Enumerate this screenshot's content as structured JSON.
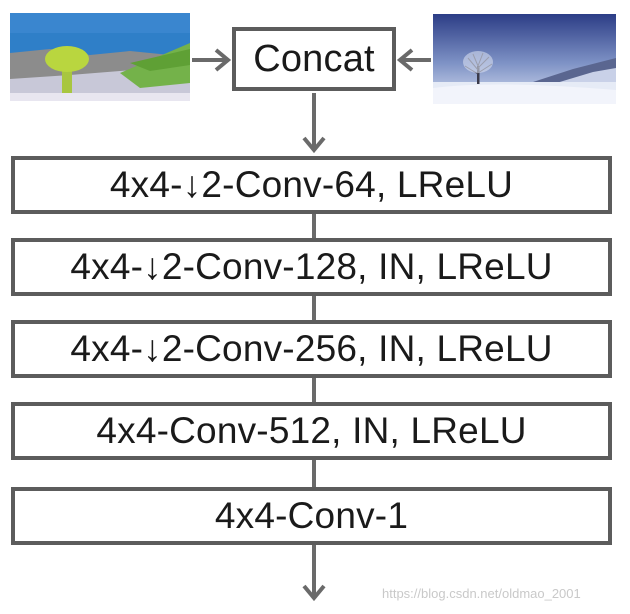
{
  "diagram": {
    "concat_label": "Concat",
    "layers": [
      {
        "prefix": "4x4-",
        "arrow": "↓",
        "rest": "2-Conv-64, LReLU"
      },
      {
        "prefix": "4x4-",
        "arrow": "↓",
        "rest": "2-Conv-128, IN, LReLU"
      },
      {
        "prefix": "4x4-",
        "arrow": "↓",
        "rest": "2-Conv-256, IN, LReLU"
      },
      {
        "prefix": "",
        "arrow": "",
        "rest": "4x4-Conv-512, IN, LReLU"
      },
      {
        "prefix": "",
        "arrow": "",
        "rest": "4x4-Conv-1"
      }
    ],
    "watermark": "https://blog.csdn.net/oldmao_2001"
  },
  "colors": {
    "box_border": "#5c5c5c",
    "arrow": "#6a6a6a",
    "text": "#1a1a1a"
  }
}
